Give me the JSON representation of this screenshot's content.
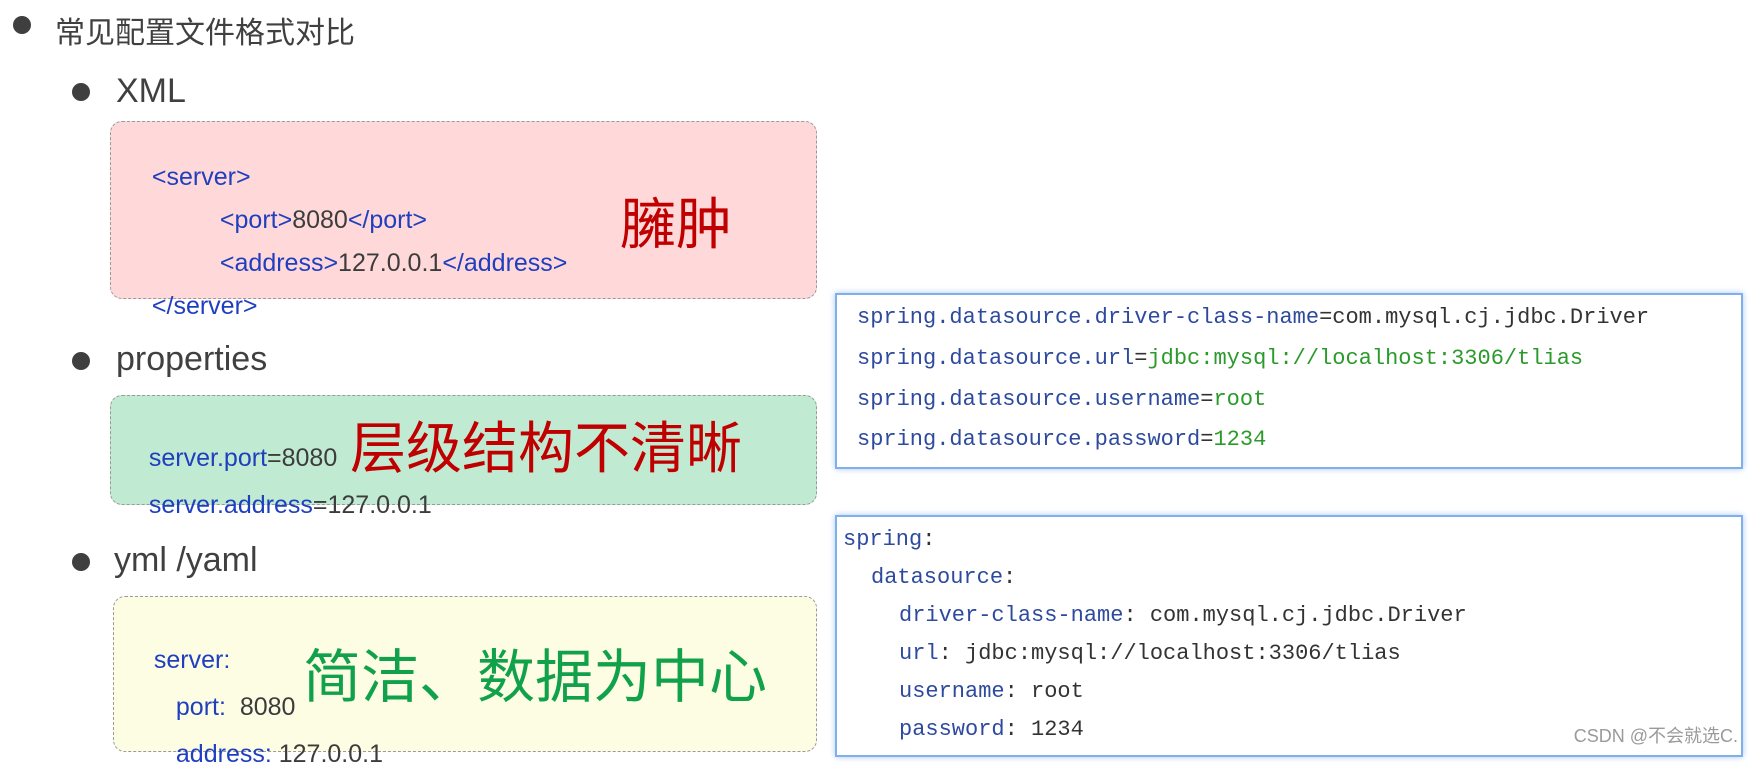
{
  "heading": "常见配置文件格式对比",
  "sections": {
    "xml": {
      "label": "XML",
      "code": {
        "l1_open": "<server>",
        "l2_open": "<port>",
        "l2_val": "8080",
        "l2_close": "</port>",
        "l3_open": "<address>",
        "l3_val": "127.0.0.1",
        "l3_close": "</address>",
        "l4_close": "</server>"
      },
      "annotation": "臃肿"
    },
    "properties": {
      "label": "properties",
      "code": {
        "l1_key": "server.port",
        "l1_eq": "=",
        "l1_val": "8080",
        "l2_key": "server.address",
        "l2_eq": "=",
        "l2_val": "127.0.0.1"
      },
      "annotation": "层级结构不清晰"
    },
    "yml": {
      "label": "yml /yaml",
      "code": {
        "l1_key": "server:",
        "l2_key": "port:",
        "l2_val": "8080",
        "l3_key": "address:",
        "l3_val": "127.0.0.1"
      },
      "annotation": "简洁、数据为中心"
    }
  },
  "properties_panel": {
    "line1_key": "spring.datasource.driver-class-name",
    "line1_eq": "=",
    "line1_val": "com.mysql.cj.jdbc.Driver",
    "line2_key": "spring.datasource.url",
    "line2_eq": "=",
    "line2_val": "jdbc:mysql://localhost:3306/tlias",
    "line3_key": "spring.datasource.username",
    "line3_eq": "=",
    "line3_val": "root",
    "line4_key": "spring.datasource.password",
    "line4_eq": "=",
    "line4_val": "1234"
  },
  "yaml_panel": {
    "l1_key": "spring",
    "l1_colon": ":",
    "l2_key": "datasource",
    "l2_colon": ":",
    "l3_key": "driver-class-name",
    "l3_colon": ":",
    "l3_val": " com.mysql.cj.jdbc.Driver",
    "l4_key": "url",
    "l4_colon": ":",
    "l4_val": " jdbc:mysql://localhost:3306/tlias",
    "l5_key": "username",
    "l5_colon": ":",
    "l5_val": " root",
    "l6_key": "password",
    "l6_colon": ":",
    "l6_val": " 1234"
  },
  "watermark": "CSDN @不会就选C.",
  "colors": {
    "xml_bg": "#ffd9d9",
    "properties_bg": "#c1ead3",
    "yml_bg": "#fdfde4",
    "annotation_red": "#c00000",
    "annotation_green": "#12a14b",
    "code_blue": "#1f3fbf"
  }
}
